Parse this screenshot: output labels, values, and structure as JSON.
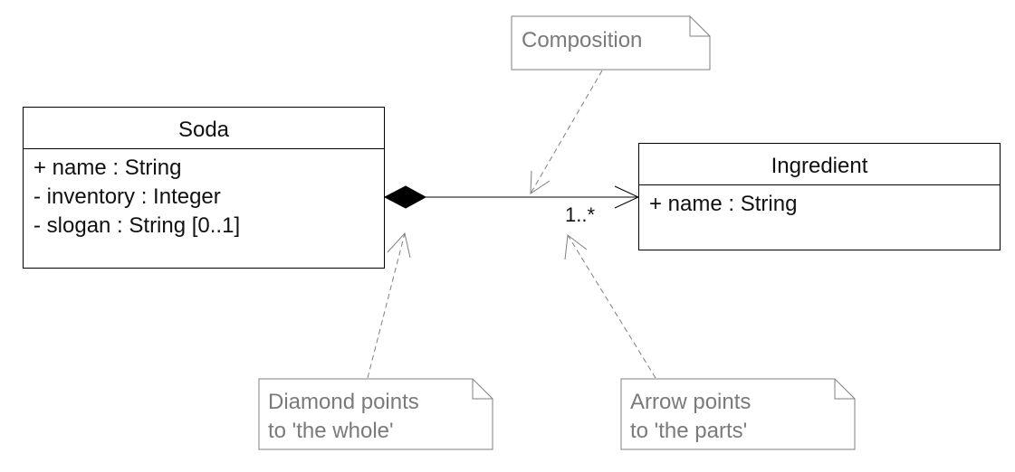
{
  "diagram": {
    "type": "uml-class",
    "classes": [
      {
        "id": "soda",
        "name": "Soda",
        "attributes": [
          "+ name : String",
          "- inventory : Integer",
          "- slogan : String [0..1]"
        ]
      },
      {
        "id": "ingredient",
        "name": "Ingredient",
        "attributes": [
          "+ name : String"
        ]
      }
    ],
    "association": {
      "kind": "composition",
      "whole": "Soda",
      "part": "Ingredient",
      "multiplicity": "1..*"
    },
    "notes": [
      {
        "id": "composition",
        "lines": [
          "Composition"
        ]
      },
      {
        "id": "diamond",
        "lines": [
          "Diamond points",
          "to 'the whole'"
        ]
      },
      {
        "id": "arrow",
        "lines": [
          "Arrow points",
          "to 'the parts'"
        ]
      }
    ],
    "colors": {
      "stroke": "#000000",
      "note_stroke": "#7f7f7f",
      "note_text": "#7a7a7a"
    }
  }
}
